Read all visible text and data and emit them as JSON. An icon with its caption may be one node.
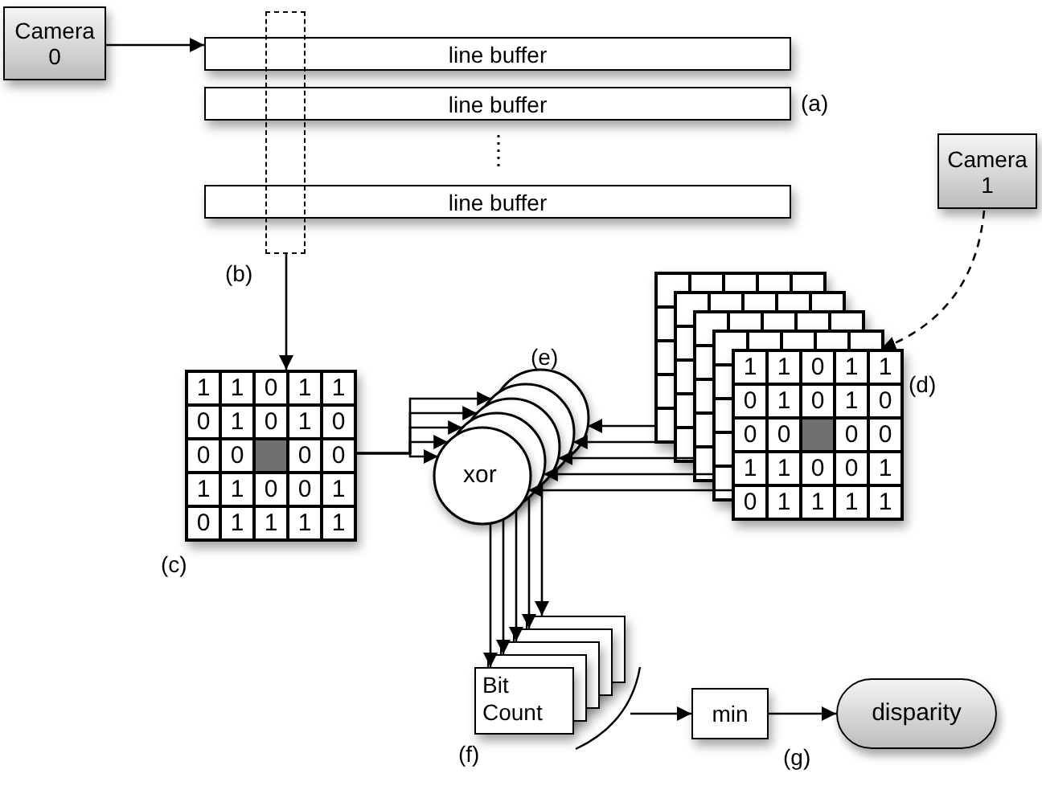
{
  "diagram": {
    "nodes": [
      {
        "text": [
          "Camera 0"
        ]
      },
      {
        "text": [
          "line buffer"
        ]
      },
      {
        "text": [
          "line buffer"
        ],
        "beside": [
          "(a)"
        ]
      },
      {
        "text": [
          "line buffer"
        ]
      },
      {
        "text": [],
        "shape": "box",
        "beside": [
          "(b)"
        ]
      },
      {
        "text": [
          "Camera 1"
        ]
      },
      {
        "text": [],
        "shape": "box",
        "beside": [
          "(c)"
        ]
      },
      {
        "text": [
          "xor"
        ],
        "beside": [
          "(e)"
        ]
      },
      {
        "text": [],
        "shape": "box",
        "beside": [
          "(d)"
        ]
      },
      {
        "text": [
          "Bit Count"
        ],
        "beside": [
          "(f)"
        ]
      },
      {
        "text": [
          "min"
        ]
      },
      {
        "text": [
          "disparity"
        ]
      }
    ],
    "edges": [
      {
        "from": 0,
        "to": 1,
        "arrow": "to"
      },
      {
        "from": 4,
        "to": 6,
        "arrow": "to"
      },
      {
        "from": 5,
        "to": 8,
        "arrow": "to",
        "style": "dashed"
      },
      {
        "from": 6,
        "to": 7,
        "arrow": "to"
      },
      {
        "from": 8,
        "to": 7,
        "arrow": "to"
      },
      {
        "from": 8,
        "to": 7,
        "arrow": "to"
      },
      {
        "from": 8,
        "to": 7,
        "arrow": "to"
      },
      {
        "from": 8,
        "to": 7,
        "arrow": "to"
      },
      {
        "from": 8,
        "to": 7,
        "arrow": "to"
      },
      {
        "from": 7,
        "to": 9,
        "arrow": "to"
      },
      {
        "from": 7,
        "to": 9,
        "arrow": "to"
      },
      {
        "from": 7,
        "to": 9,
        "arrow": "to"
      },
      {
        "from": 7,
        "to": 9,
        "arrow": "to"
      },
      {
        "from": 7,
        "to": 9,
        "arrow": "to"
      },
      {
        "from": 9,
        "to": 10,
        "arrow": "to"
      },
      {
        "from": 10,
        "to": 11,
        "arrow": "to"
      }
    ],
    "labels": [
      "1",
      "1",
      "0",
      "1",
      "1",
      "0",
      "1",
      "0",
      "1",
      "0",
      "0",
      "0",
      "0",
      "0",
      "1",
      "1",
      "0",
      "0",
      "1",
      "0",
      "1",
      "1",
      "1",
      "1",
      "1",
      "1",
      "0",
      "1",
      "1",
      "0",
      "1",
      "0",
      "1",
      "0",
      "0",
      "0",
      "0",
      "0",
      "1",
      "1",
      "0",
      "0",
      "1",
      "0",
      "1",
      "1",
      "1",
      "1",
      "(g)"
    ]
  }
}
